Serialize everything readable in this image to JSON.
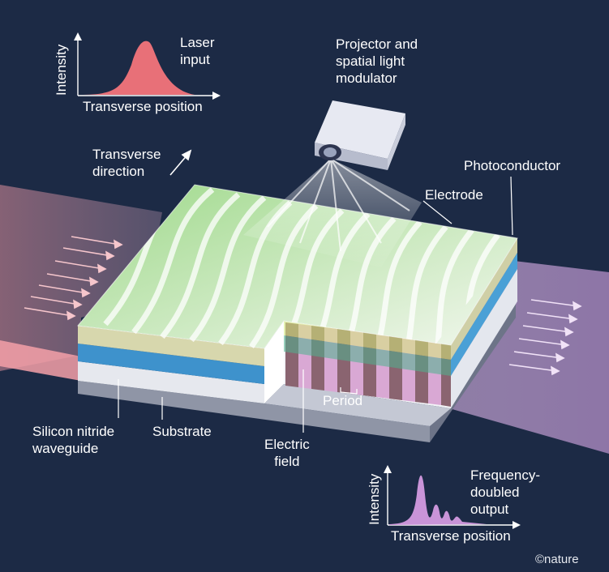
{
  "labels": {
    "laser_input": "Laser\ninput",
    "projector": "Projector and\nspatial light\nmodulator",
    "transverse_direction": "Transverse\ndirection",
    "photoconductor": "Photoconductor",
    "electrode": "Electrode",
    "silicon_nitride": "Silicon nitride\nwaveguide",
    "substrate": "Substrate",
    "electric_field": "Electric\nfield",
    "period": "Period",
    "freq_doubled": "Frequency-\ndoubled\noutput"
  },
  "input_plot": {
    "xlabel": "Transverse position",
    "ylabel": "Intensity"
  },
  "output_plot": {
    "xlabel": "Transverse position",
    "ylabel": "Intensity"
  },
  "credit": "©nature",
  "colors": {
    "background": "#1c2a45",
    "input_beam": "#f5a0a8",
    "output_beam": "#d8b0e6",
    "laser_peak": "#e87078",
    "output_peak": "#c994d8",
    "electrode": "#d7d7ad",
    "photoconductor": "#3e92cc",
    "waveguide": "#e6e8ee",
    "substrate": "#b8bccb",
    "pattern_green": "#7bc86c"
  },
  "icons": {
    "projector": "projector-icon",
    "arrow": "arrow-icon"
  }
}
